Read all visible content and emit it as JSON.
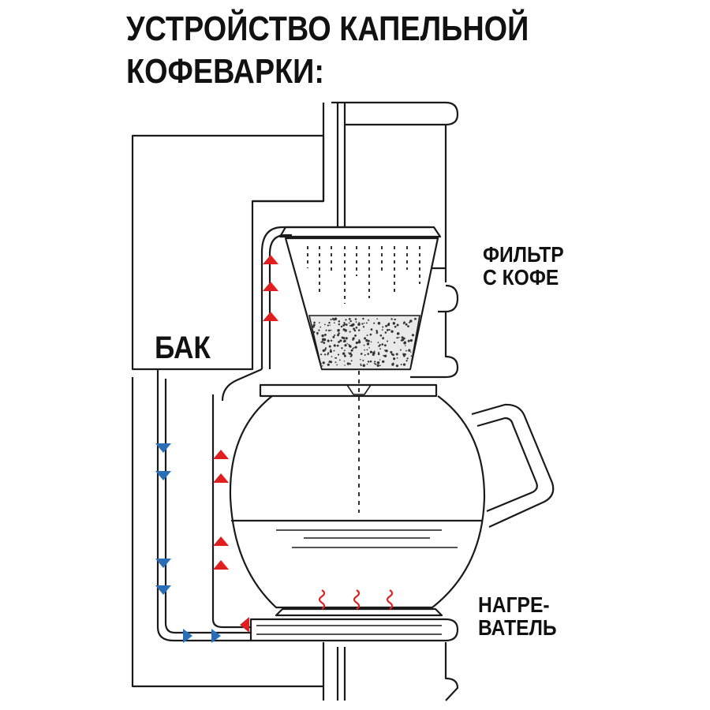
{
  "title": {
    "line1": "УСТРОЙСТВО КАПЕЛЬНОЙ",
    "line2": "КОФЕВАРКИ:"
  },
  "labels": {
    "tank": "БАК",
    "filter_line1": "ФИЛЬТР",
    "filter_line2": "С КОФЕ",
    "heater_line1": "НАГРЕ-",
    "heater_line2": "ВАТЕЛЬ"
  },
  "colors": {
    "cold_water": "#2a6fb5",
    "hot_water": "#e02020",
    "outline": "#1a1a1a"
  }
}
